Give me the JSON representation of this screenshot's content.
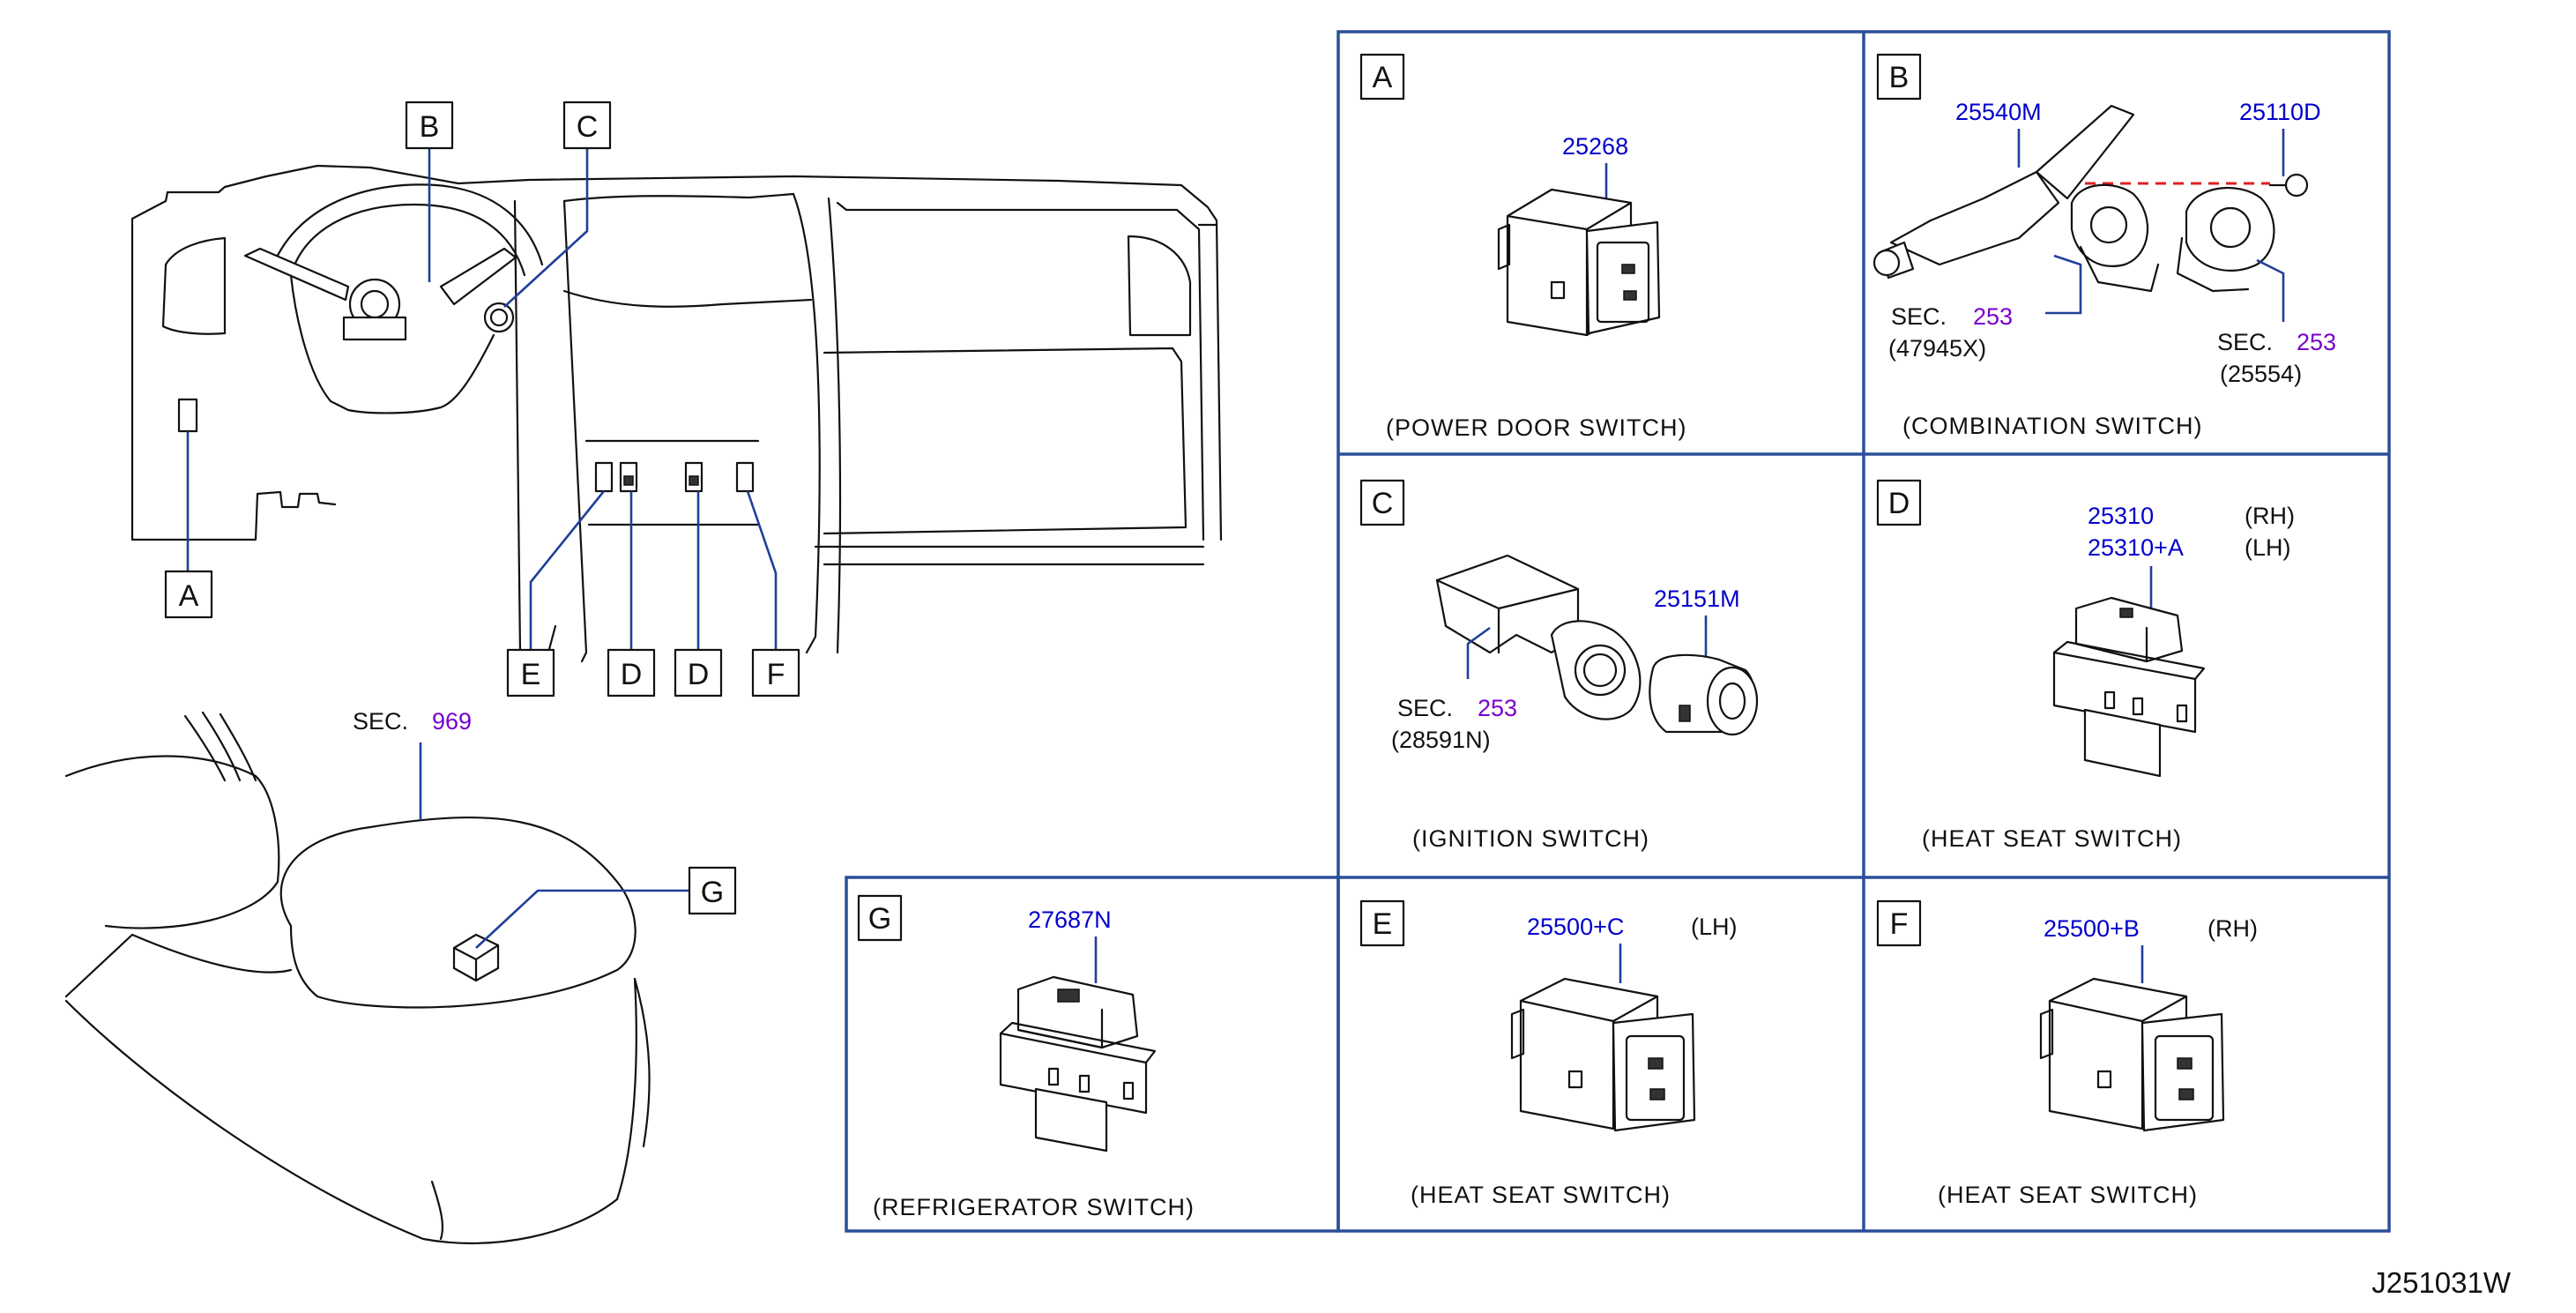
{
  "overview": {
    "callouts": {
      "a": "A",
      "b": "B",
      "c": "C",
      "d1": "D",
      "d2": "D",
      "e": "E",
      "f": "F",
      "g": "G"
    },
    "seat_sec_label": "SEC.",
    "seat_sec_num": "969"
  },
  "panels": {
    "a": {
      "letter": "A",
      "part": "25268",
      "caption": "(POWER   DOOR   SWITCH)"
    },
    "b": {
      "letter": "B",
      "part1": "25540M",
      "part2": "25110D",
      "sec1_label": "SEC.",
      "sec1_num": "253",
      "sec1_ref": "(47945X)",
      "sec2_label": "SEC.",
      "sec2_num": "253",
      "sec2_ref": "(25554)",
      "caption": "(COMBINATION   SWITCH)"
    },
    "c": {
      "letter": "C",
      "part": "25151M",
      "sec_label": "SEC.",
      "sec_num": "253",
      "sec_ref": "(28591N)",
      "caption": "(IGNITION   SWITCH)"
    },
    "d": {
      "letter": "D",
      "part_rh": "25310",
      "side_rh": "(RH)",
      "part_lh": "25310+A",
      "side_lh": "(LH)",
      "caption": "(HEAT   SEAT   SWITCH)"
    },
    "g": {
      "letter": "G",
      "part": "27687N",
      "caption": "(REFRIGERATOR   SWITCH)"
    },
    "e": {
      "letter": "E",
      "part": "25500+C",
      "side": "(LH)",
      "caption": "(HEAT   SEAT   SWITCH)"
    },
    "f": {
      "letter": "F",
      "part": "25500+B",
      "side": "(RH)",
      "caption": "(HEAT   SEAT   SWITCH)"
    }
  },
  "diagram_code": "J251031W",
  "colors": {
    "frame": "#2a4f9a",
    "part_number": "#0000cc",
    "section_number": "#7a00cc",
    "leader": "#1f3f9a",
    "dashed_axis": "#e02020"
  }
}
